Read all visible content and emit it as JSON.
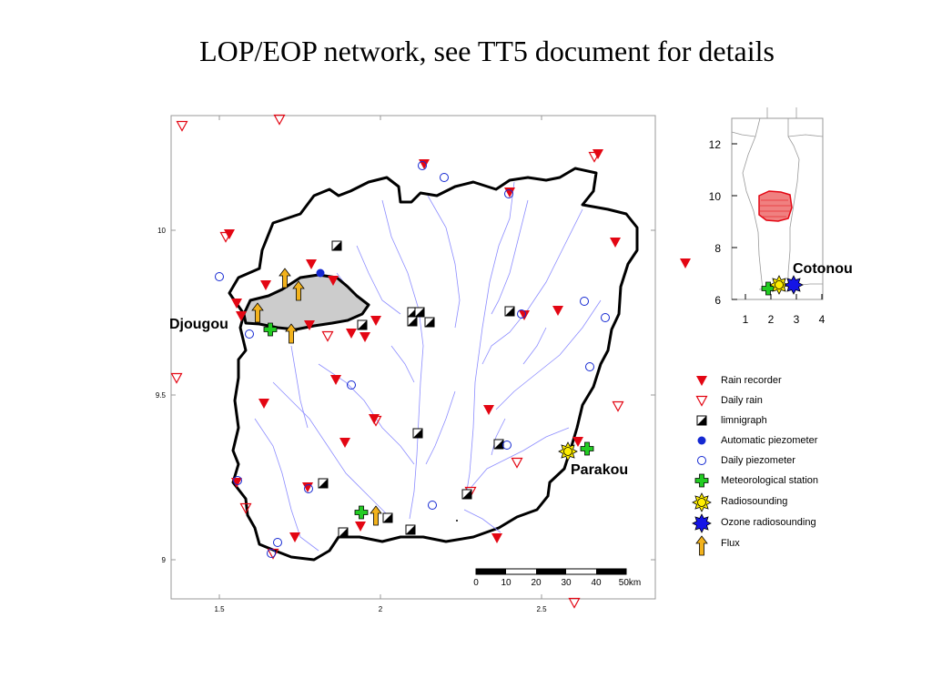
{
  "title": "LOP/EOP network, see TT5 document for details",
  "colors": {
    "rain": "#e30613",
    "piezo": "#1428d2",
    "meteo": "#22cc22",
    "flux": "#f2b21c",
    "ozone": "#1414e6",
    "radio": "#ffee00",
    "river": "#8c8cff"
  },
  "main_map": {
    "x_ticks": [
      "1.5",
      "2",
      "2.5"
    ],
    "y_ticks": [
      "10",
      "9.5",
      "9"
    ],
    "scale_bar": {
      "labels": [
        "0",
        "10",
        "20",
        "30",
        "40",
        "50km"
      ]
    },
    "places": {
      "djougou": "Djougou",
      "parakou": "Parakou"
    }
  },
  "inset_map": {
    "x_ticks": [
      "1",
      "2",
      "3",
      "4"
    ],
    "y_ticks": [
      "12",
      "10",
      "8",
      "6"
    ],
    "place": "Cotonou"
  },
  "legend": {
    "items": [
      {
        "icon": "rain-recorder-icon",
        "label": "Rain recorder"
      },
      {
        "icon": "daily-rain-icon",
        "label": "Daily rain"
      },
      {
        "icon": "limnigraph-icon",
        "label": "limnigraph"
      },
      {
        "icon": "automatic-piezometer-icon",
        "label": "Automatic piezometer"
      },
      {
        "icon": "daily-piezometer-icon",
        "label": "Daily piezometer"
      },
      {
        "icon": "meteorological-station-icon",
        "label": "Meteorological station"
      },
      {
        "icon": "radiosounding-icon",
        "label": "Radiosounding"
      },
      {
        "icon": "ozone-radiosounding-icon",
        "label": "Ozone radiosounding"
      },
      {
        "icon": "flux-icon",
        "label": "Flux"
      }
    ]
  }
}
